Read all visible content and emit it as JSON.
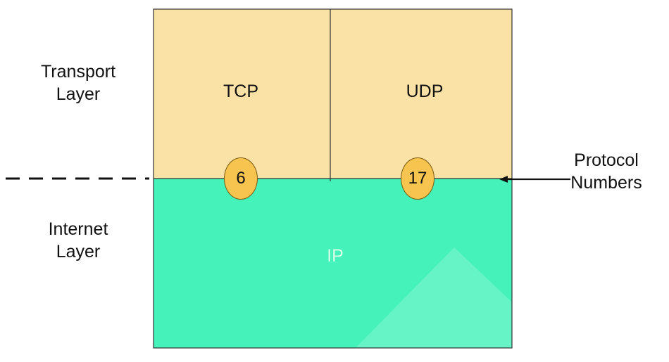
{
  "layers": {
    "transport": "Transport\nLayer",
    "internet": "Internet\nLayer"
  },
  "protocols": {
    "tcp": "TCP",
    "udp": "UDP",
    "ip": "IP"
  },
  "protocol_numbers": {
    "tcp": "6",
    "udp": "17"
  },
  "annotation": "Protocol\nNumbers",
  "colors": {
    "transport_fill": "#fae2a6",
    "internet_fill": "#45f2b9",
    "circle_fill": "#f8c450",
    "outline": "#333333"
  }
}
